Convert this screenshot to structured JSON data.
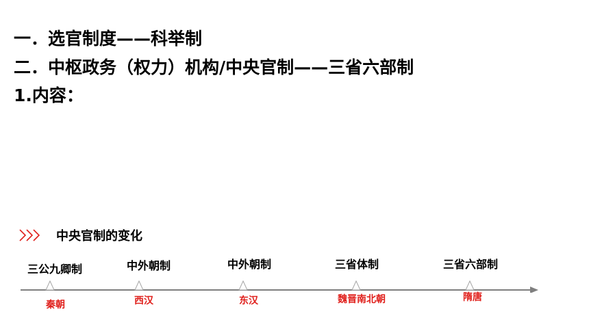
{
  "headings": {
    "line1": "一．选官制度——科举制",
    "line2": "二．中枢政务（权力）机构/中央官制——三省六部制",
    "line3": "1.内容："
  },
  "section": {
    "icon": "triple-chevron-right-icon",
    "title": "中央官制的变化"
  },
  "colors": {
    "accent": "#e0201c",
    "axis": "#7f7f7f",
    "text": "#000000"
  },
  "timeline": {
    "eras": [
      "三公九卿制",
      "中外朝制",
      "中外朝制",
      "三省体制",
      "三省六部制"
    ],
    "dynasties": [
      "秦朝",
      "西汉",
      "东汉",
      "魏晋南北朝",
      "隋唐"
    ]
  }
}
